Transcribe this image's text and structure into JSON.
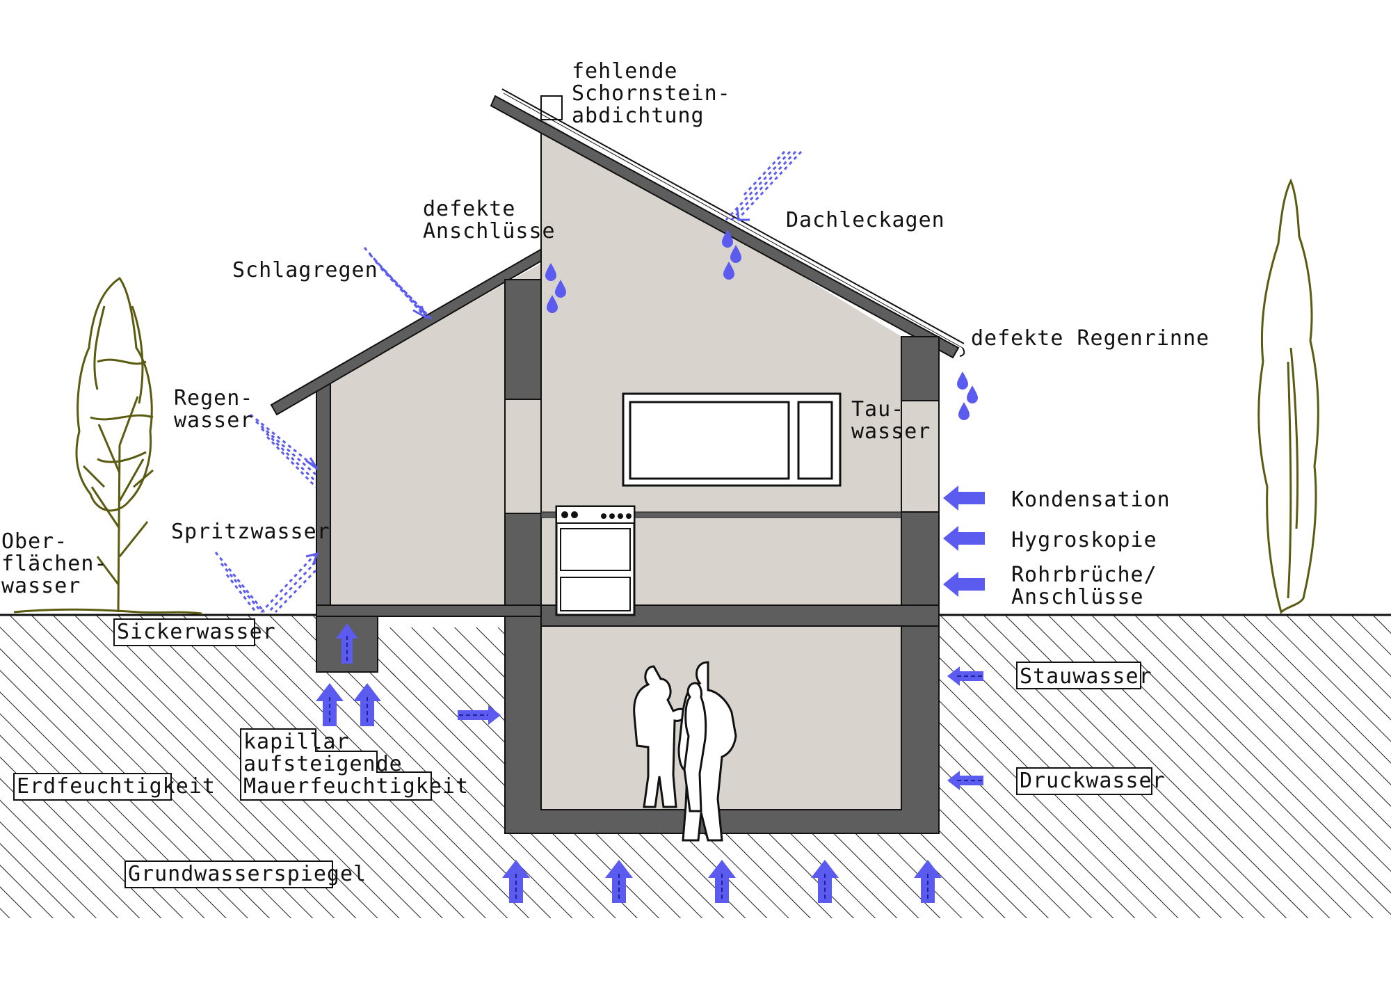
{
  "colors": {
    "wall": "#5e5e5e",
    "interior": "#d8d3cd",
    "water": "#5b5bf0",
    "tree": "#5a5a10",
    "hatch": "#1a1a1a"
  },
  "labels": {
    "chimney": [
      "fehlende",
      "Schornstein-",
      "abdichtung"
    ],
    "connections": [
      "defekte",
      "Anschlüsse"
    ],
    "roof_leak": "Dachleckagen",
    "driving_rain": "Schlagregen",
    "rain": [
      "Regen-",
      "wasser"
    ],
    "gutter": "defekte  Regenrinne",
    "dew": [
      "Tau-",
      "wasser"
    ],
    "splash": "Spritzwasser",
    "surface": [
      "Ober-",
      "flächen-",
      "wasser"
    ],
    "condensation": "Kondensation",
    "hygroscopy": "Hygroskopie",
    "pipes": [
      "Rohrbrüche/",
      "Anschlüsse"
    ]
  },
  "boxes": {
    "seepage": "Sickerwasser",
    "capillary": [
      "kapillar",
      "aufsteigende",
      "Mauerfeuchtigkeit"
    ],
    "soil": "Erdfeuchtigkeit",
    "groundwater": "Grundwasserspiegel",
    "backwater": "Stauwasser",
    "pressure": "Druckwasser"
  },
  "icons": [
    "water-drop-icon",
    "arrow-icon",
    "tree-icon",
    "stove-icon",
    "people-icon",
    "window-icon"
  ]
}
